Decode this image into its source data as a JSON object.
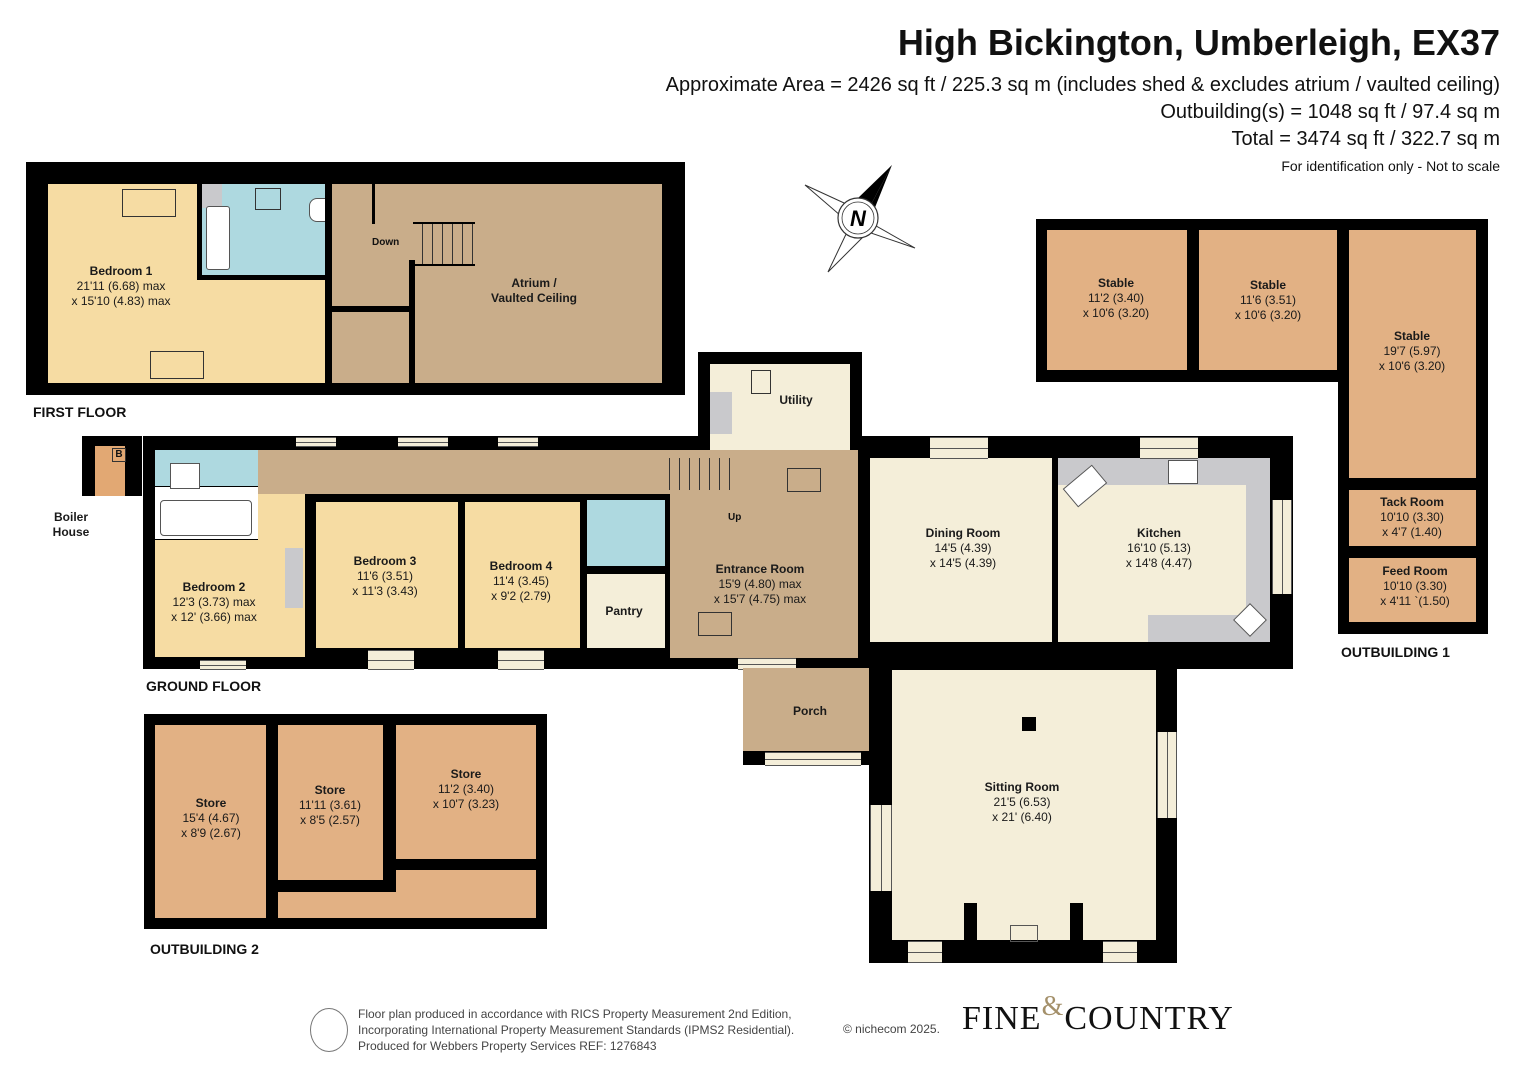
{
  "header": {
    "title": "High Bickington, Umberleigh, EX37",
    "approx_area": "Approximate Area = 2426 sq ft / 225.3 sq m (includes shed & excludes atrium / vaulted ceiling)",
    "outbuildings_area": "Outbuilding(s) = 1048 sq ft / 97.4 sq m",
    "total_area": "Total = 3474 sq ft / 322.7 sq m",
    "note": "For identification only - Not to scale"
  },
  "compass": {
    "label": "N",
    "icon": "compass-north-icon"
  },
  "sections": {
    "first_floor": "FIRST FLOOR",
    "ground_floor": "GROUND FLOOR",
    "outbuilding_1": "OUTBUILDING 1",
    "outbuilding_2": "OUTBUILDING 2"
  },
  "first_floor": {
    "bedroom1": {
      "name": "Bedroom 1",
      "dim1": "21'11 (6.68) max",
      "dim2": "x 15'10 (4.83) max"
    },
    "atrium": {
      "name": "Atrium /",
      "name2": "Vaulted Ceiling"
    },
    "stairs_label": "Down"
  },
  "ground_floor": {
    "boiler": {
      "name": "Boiler",
      "name2": "House",
      "badge": "B"
    },
    "bedroom2": {
      "name": "Bedroom 2",
      "dim1": "12'3 (3.73) max",
      "dim2": "x 12' (3.66) max"
    },
    "bedroom3": {
      "name": "Bedroom 3",
      "dim1": "11'6 (3.51)",
      "dim2": "x 11'3 (3.43)"
    },
    "bedroom4": {
      "name": "Bedroom 4",
      "dim1": "11'4 (3.45)",
      "dim2": "x 9'2 (2.79)"
    },
    "pantry": {
      "name": "Pantry"
    },
    "utility": {
      "name": "Utility"
    },
    "entrance": {
      "name": "Entrance Room",
      "dim1": "15'9 (4.80) max",
      "dim2": "x 15'7 (4.75) max"
    },
    "stairs_label": "Up",
    "dining": {
      "name": "Dining Room",
      "dim1": "14'5 (4.39)",
      "dim2": "x 14'5 (4.39)"
    },
    "kitchen": {
      "name": "Kitchen",
      "dim1": "16'10 (5.13)",
      "dim2": "x 14'8 (4.47)"
    },
    "porch": {
      "name": "Porch"
    },
    "sitting": {
      "name": "Sitting Room",
      "dim1": "21'5 (6.53)",
      "dim2": "x 21' (6.40)"
    }
  },
  "outbuilding_1": {
    "stable1": {
      "name": "Stable",
      "dim1": "11'2 (3.40)",
      "dim2": "x 10'6 (3.20)"
    },
    "stable2": {
      "name": "Stable",
      "dim1": "11'6 (3.51)",
      "dim2": "x 10'6 (3.20)"
    },
    "stable3": {
      "name": "Stable",
      "dim1": "19'7 (5.97)",
      "dim2": "x 10'6 (3.20)"
    },
    "tack": {
      "name": "Tack Room",
      "dim1": "10'10 (3.30)",
      "dim2": "x 4'7 (1.40)"
    },
    "feed": {
      "name": "Feed Room",
      "dim1": "10'10 (3.30)",
      "dim2": "x 4'11 `(1.50)"
    }
  },
  "outbuilding_2": {
    "store1": {
      "name": "Store",
      "dim1": "15'4 (4.67)",
      "dim2": "x 8'9 (2.67)"
    },
    "store2": {
      "name": "Store",
      "dim1": "11'11 (3.61)",
      "dim2": "x 8'5 (2.57)"
    },
    "store3": {
      "name": "Store",
      "dim1": "11'2 (3.40)",
      "dim2": "x 10'7 (3.23)"
    }
  },
  "footer": {
    "line1": "Floor plan produced in accordance with RICS Property Measurement 2nd Edition,",
    "line2": "Incorporating International Property Measurement Standards (IPMS2 Residential).",
    "line3": "Produced for Webbers Property Services   REF: 1276843",
    "copyright": "© nichecom 2025.",
    "logo_left": "FINE",
    "logo_amp": "&",
    "logo_right": "COUNTRY"
  }
}
